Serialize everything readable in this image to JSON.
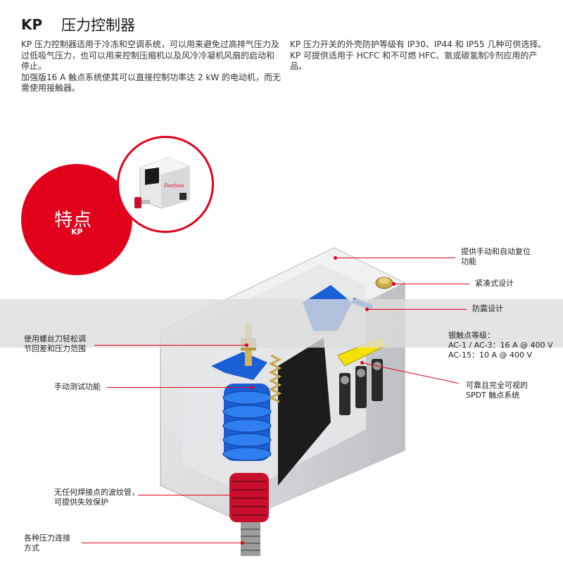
{
  "header": {
    "code": "KP",
    "title": "压力控制器"
  },
  "intro": {
    "left": [
      "KP 压力控制器适用于冷冻和空调系统，可以用来避免过高排气压力及过低吸气压力，也可以用来控制压缩机以及风冷冷凝机风扇的启动和停止。",
      "加强版16 A 触点系统使其可以直接控制功率达 2 kW 的电动机，而无需使用接触器。"
    ],
    "right": [
      "KP 压力开关的外壳防护等级有 IP30、IP44 和 IP55 几种可供选择。KP 可提供适用于 HCFC 和不可燃 HFC、氨或碳氢制冷剂应用的产品。"
    ]
  },
  "feature": {
    "title": "特点",
    "subtitle": "KP",
    "brand": "Danfoss"
  },
  "callouts": {
    "reset": [
      "提供手动和自动复位",
      "功能"
    ],
    "compact": "紧凑式设计",
    "vibration": "防震设计",
    "screw": [
      "使用螺丝刀轻松调",
      "节回差和压力范围"
    ],
    "rating": [
      "银触点等级：",
      "AC-1 / AC-3：16 A @ 400 V",
      "AC-15：10 A @ 400 V"
    ],
    "manual_test": "手动测试功能",
    "spdt": [
      "可靠且完全可视的",
      "SPDT 触点系统"
    ],
    "bellows": [
      "无任何焊接点的波纹管，",
      "可提供失效保护"
    ],
    "connection": [
      "各种压力连接",
      "方式"
    ]
  },
  "colors": {
    "brand_red": "#e2001a",
    "mechanism_blue": "#1b5fd6",
    "contact_yellow": "#f5e100"
  }
}
